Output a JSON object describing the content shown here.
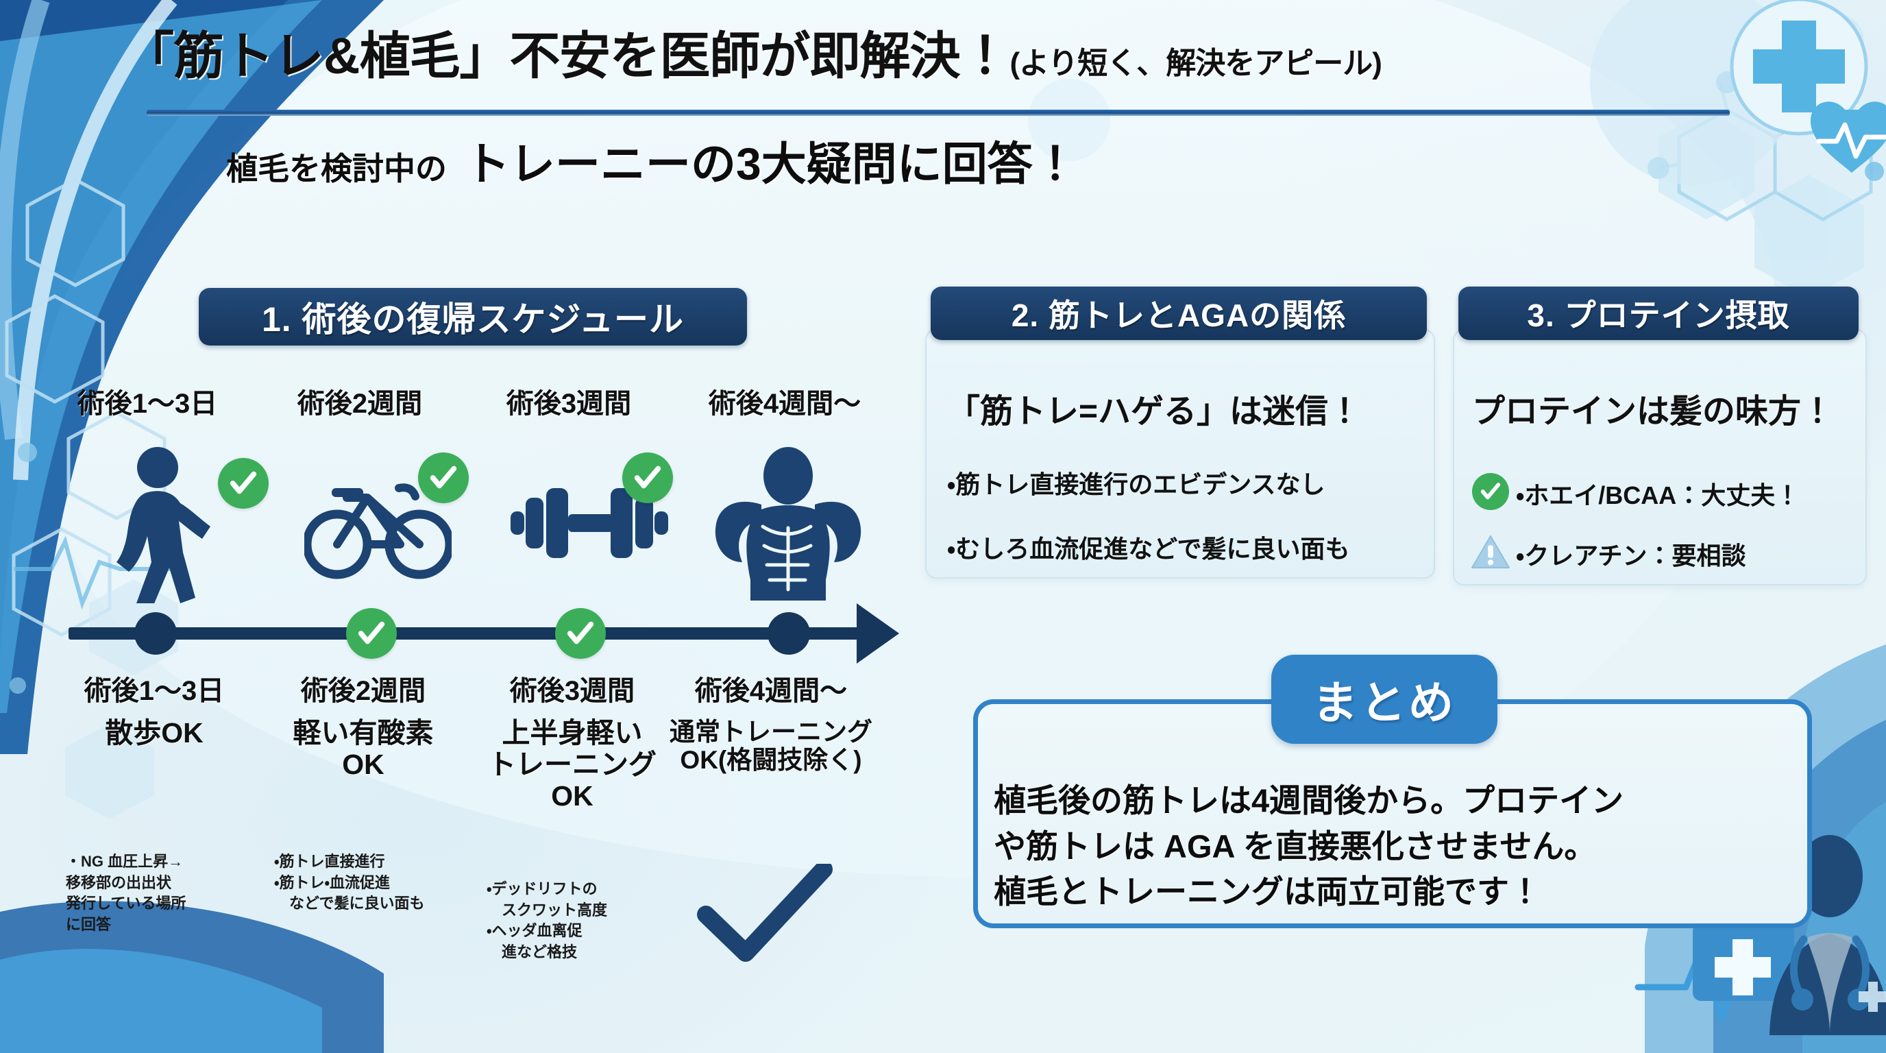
{
  "header": {
    "title_main": "「筋トレ&植毛」不安を医師が即解決！",
    "title_note": "(より短く、解決をアピール)",
    "subtitle_small": "植毛を検討中の",
    "subtitle_big": "トレーニーの3大疑問に回答！"
  },
  "colors": {
    "navy": "#16365c",
    "blue": "#3183c8",
    "green": "#3cae5a",
    "warn": "#a8cfe8",
    "bg": "#e8f4f8"
  },
  "section1": {
    "heading": "1. 術後の復帰スケジュール",
    "steps": [
      {
        "top_label": "術後1〜3日",
        "icon": "walking-person-icon",
        "bottom_title": "術後1〜3日",
        "bottom_desc": "散歩OK",
        "notes": [
          "・NG 血圧上昇→",
          "移移部の出出状",
          "発行している場所",
          "に回答"
        ]
      },
      {
        "top_label": "術後2週間",
        "icon": "bicycle-icon",
        "bottom_title": "術後2週間",
        "bottom_desc": "軽い有酸素\nOK",
        "notes": [
          "・筋トレ直接進行",
          "・筋トレ・血流促進",
          "　などで髪に良い面も"
        ]
      },
      {
        "top_label": "術後3週間",
        "icon": "dumbbell-icon",
        "bottom_title": "術後3週間",
        "bottom_desc": "上半身軽い\nトレーニング\nOK",
        "notes": [
          "・デッドリフトの",
          "　スクワット高度",
          "・ヘッダ血离促",
          "　進など格技"
        ]
      },
      {
        "top_label": "術後4週間〜",
        "icon": "flexing-muscle-icon",
        "bottom_title": "術後4週間〜",
        "bottom_desc": "通常トレーニング\nOK(格闘技除く)",
        "notes": []
      }
    ]
  },
  "section2": {
    "heading": "2. 筋トレとAGAの関係",
    "lead": "「筋トレ=ハゲる」は迷信！",
    "bullets": [
      "・筋トレ直接進行のエビデンスなし",
      "・むしろ血流促進などで髪に良い面も"
    ]
  },
  "section3": {
    "heading": "3. プロテイン摂取",
    "lead": "プロテインは髪の味方！",
    "items": [
      {
        "badge": "check-circle-icon",
        "text": "・ホエイ/BCAA：大丈夫！"
      },
      {
        "badge": "warning-triangle-icon",
        "text": "・クレアチン：要相談"
      }
    ]
  },
  "summary": {
    "badge": "まとめ",
    "lines": [
      "植毛後の筋トレは4週間後から。プロテイン",
      "や筋トレは AGA を直接悪化させません。",
      "植毛とトレーニングは両立可能です！"
    ]
  },
  "decor": {
    "medical_cross": "medical-cross-icon",
    "heart_pulse": "heart-pulse-icon",
    "doctor": "doctor-silhouette-icon",
    "first_aid_kit": "first-aid-kit-icon",
    "ecg_line": "ecg-line-icon"
  }
}
